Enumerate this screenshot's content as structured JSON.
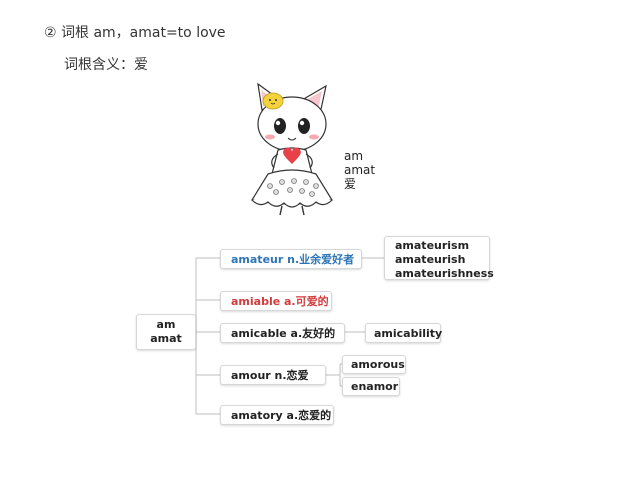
{
  "heading": "② 词根 am，amat=to love",
  "subheading": "词根含义：爱",
  "illustration": {
    "caption": [
      "am",
      "amat",
      "爱"
    ]
  },
  "mindmap": {
    "root": [
      "am",
      "amat"
    ],
    "branches": [
      {
        "label": "amateur n.业余爱好者",
        "color": "#2e75b6",
        "children": [
          [
            "amateurism",
            "amateurish",
            "amateurishness"
          ]
        ]
      },
      {
        "label": "amiable a.可爱的",
        "color": "#d13b3b",
        "children": []
      },
      {
        "label": "amicable a.友好的",
        "color": "#222222",
        "children": [
          [
            "amicability"
          ]
        ]
      },
      {
        "label": "amour n.恋爱",
        "color": "#222222",
        "children": [
          [
            "amorous"
          ],
          [
            "enamor"
          ]
        ]
      },
      {
        "label": "amatory a.恋爱的",
        "color": "#222222",
        "children": []
      }
    ]
  },
  "colors": {
    "line": "#bfbfbf",
    "accent_blue": "#2e75b6",
    "accent_red": "#d13b3b",
    "heart": "#e8414a",
    "bird": "#f4d23c"
  }
}
